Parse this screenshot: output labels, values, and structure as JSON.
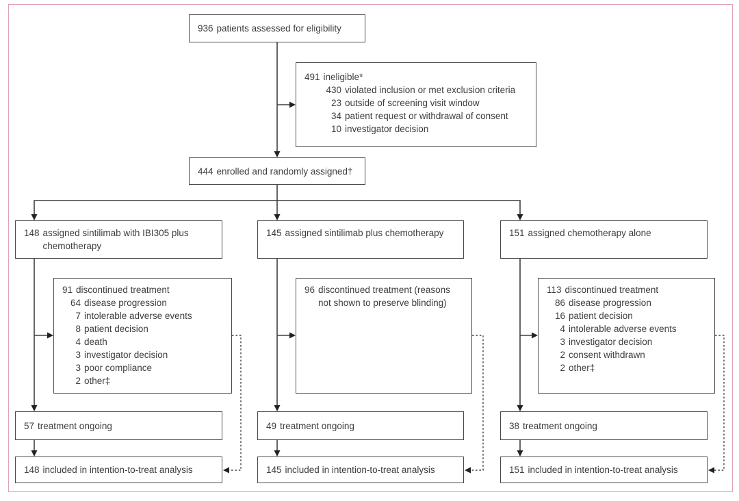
{
  "figure": {
    "kind": "consort-trial-profile-flowchart",
    "frame_border_color": "#dfa2ba",
    "box_border_color": "#4a4a4a",
    "line_color": "#3f3f3f",
    "arrow_color": "#222222",
    "text_color": "#3d3d3d",
    "background_color": "#ffffff"
  },
  "flow": {
    "assessed": {
      "num": "936",
      "text": "patients assessed for eligibility"
    },
    "ineligible": {
      "title": {
        "num": "491",
        "text": "ineligible*"
      },
      "reasons": [
        {
          "num": "430",
          "text": "violated inclusion or met exclusion criteria"
        },
        {
          "num": "23",
          "text": "outside of screening visit window"
        },
        {
          "num": "34",
          "text": "patient request or withdrawal of consent"
        },
        {
          "num": "10",
          "text": "investigator decision"
        }
      ]
    },
    "enrolled": {
      "num": "444",
      "text": "enrolled and randomly assigned†"
    },
    "arms": [
      {
        "assigned": {
          "num": "148",
          "text": "assigned sintilimab with IBI305 plus\nchemotherapy"
        },
        "discontinued": {
          "title": {
            "num": "91",
            "text": "discontinued treatment"
          },
          "reasons": [
            {
              "num": "64",
              "text": "disease progression"
            },
            {
              "num": "7",
              "text": "intolerable adverse events"
            },
            {
              "num": "8",
              "text": "patient decision"
            },
            {
              "num": "4",
              "text": "death"
            },
            {
              "num": "3",
              "text": "investigator decision"
            },
            {
              "num": "3",
              "text": "poor compliance"
            },
            {
              "num": "2",
              "text": "other‡"
            }
          ]
        },
        "ongoing": {
          "num": "57",
          "text": "treatment ongoing"
        },
        "itt": {
          "num": "148",
          "text": "included in intention-to-treat analysis"
        }
      },
      {
        "assigned": {
          "num": "145",
          "text": "assigned sintilimab plus chemotherapy"
        },
        "discontinued": {
          "title": {
            "num": "96",
            "text": "discontinued treatment (reasons\nnot shown to preserve blinding)"
          },
          "reasons": []
        },
        "ongoing": {
          "num": "49",
          "text": "treatment ongoing"
        },
        "itt": {
          "num": "145",
          "text": "included in intention-to-treat analysis"
        }
      },
      {
        "assigned": {
          "num": "151",
          "text": "assigned chemotherapy alone"
        },
        "discontinued": {
          "title": {
            "num": "113",
            "text": "discontinued treatment"
          },
          "reasons": [
            {
              "num": "86",
              "text": "disease progression"
            },
            {
              "num": "16",
              "text": "patient decision"
            },
            {
              "num": "4",
              "text": "intolerable adverse events"
            },
            {
              "num": "3",
              "text": "investigator decision"
            },
            {
              "num": "2",
              "text": "consent withdrawn"
            },
            {
              "num": "2",
              "text": "other‡"
            }
          ]
        },
        "ongoing": {
          "num": "38",
          "text": "treatment ongoing"
        },
        "itt": {
          "num": "151",
          "text": "included in intention-to-treat analysis"
        }
      }
    ]
  }
}
